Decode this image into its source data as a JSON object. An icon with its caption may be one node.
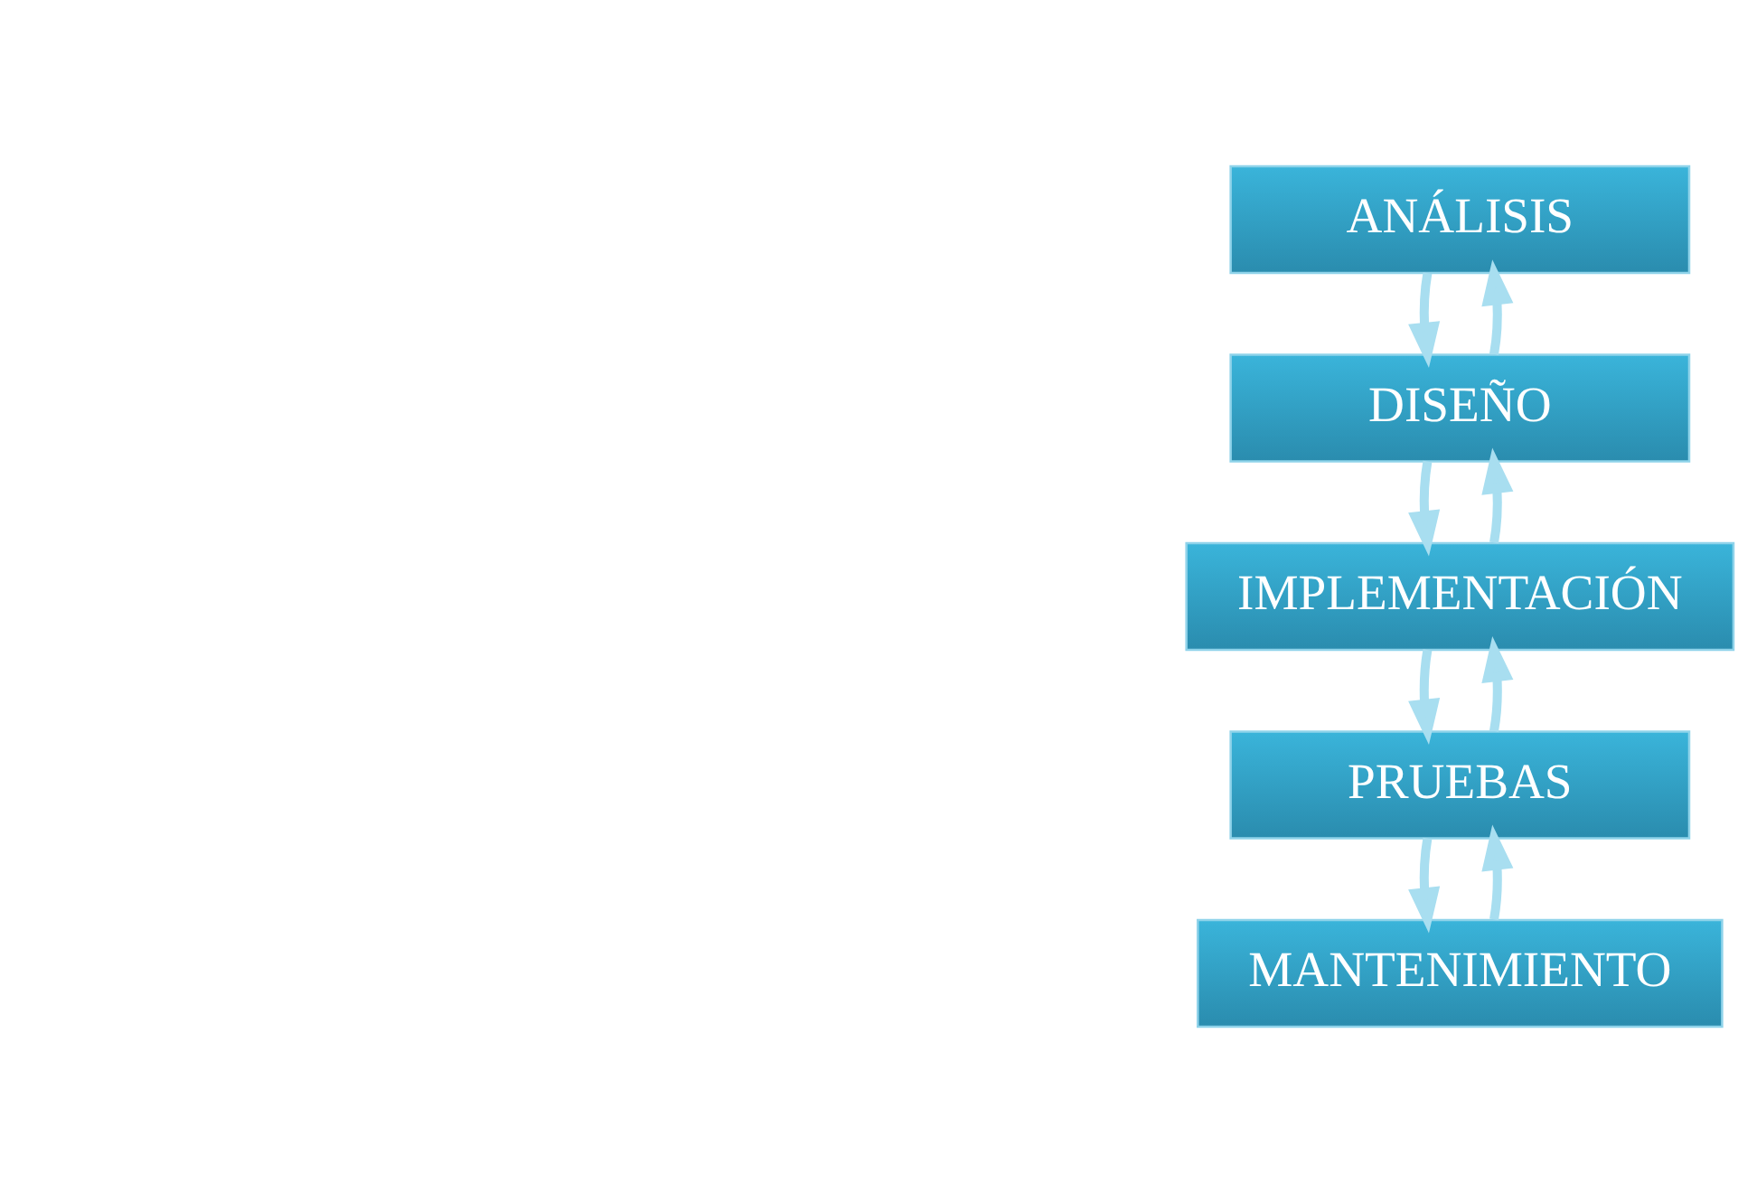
{
  "diagram": {
    "nodes": [
      {
        "text": [
          "ANÁLISIS"
        ]
      },
      {
        "text": [
          "DISEÑO"
        ]
      },
      {
        "text": [
          "IMPLEMENTACIÓN"
        ]
      },
      {
        "text": [
          "PRUEBAS"
        ]
      },
      {
        "text": [
          "MANTENIMIENTO"
        ]
      }
    ],
    "edges": [
      {
        "from": 0,
        "to": 1,
        "arrow": "to"
      },
      {
        "from": 1,
        "to": 0,
        "arrow": "to"
      },
      {
        "from": 1,
        "to": 2,
        "arrow": "to"
      },
      {
        "from": 2,
        "to": 1,
        "arrow": "to"
      },
      {
        "from": 2,
        "to": 3,
        "arrow": "to"
      },
      {
        "from": 3,
        "to": 2,
        "arrow": "to"
      },
      {
        "from": 3,
        "to": 4,
        "arrow": "to"
      },
      {
        "from": 4,
        "to": 3,
        "arrow": "to"
      }
    ]
  }
}
